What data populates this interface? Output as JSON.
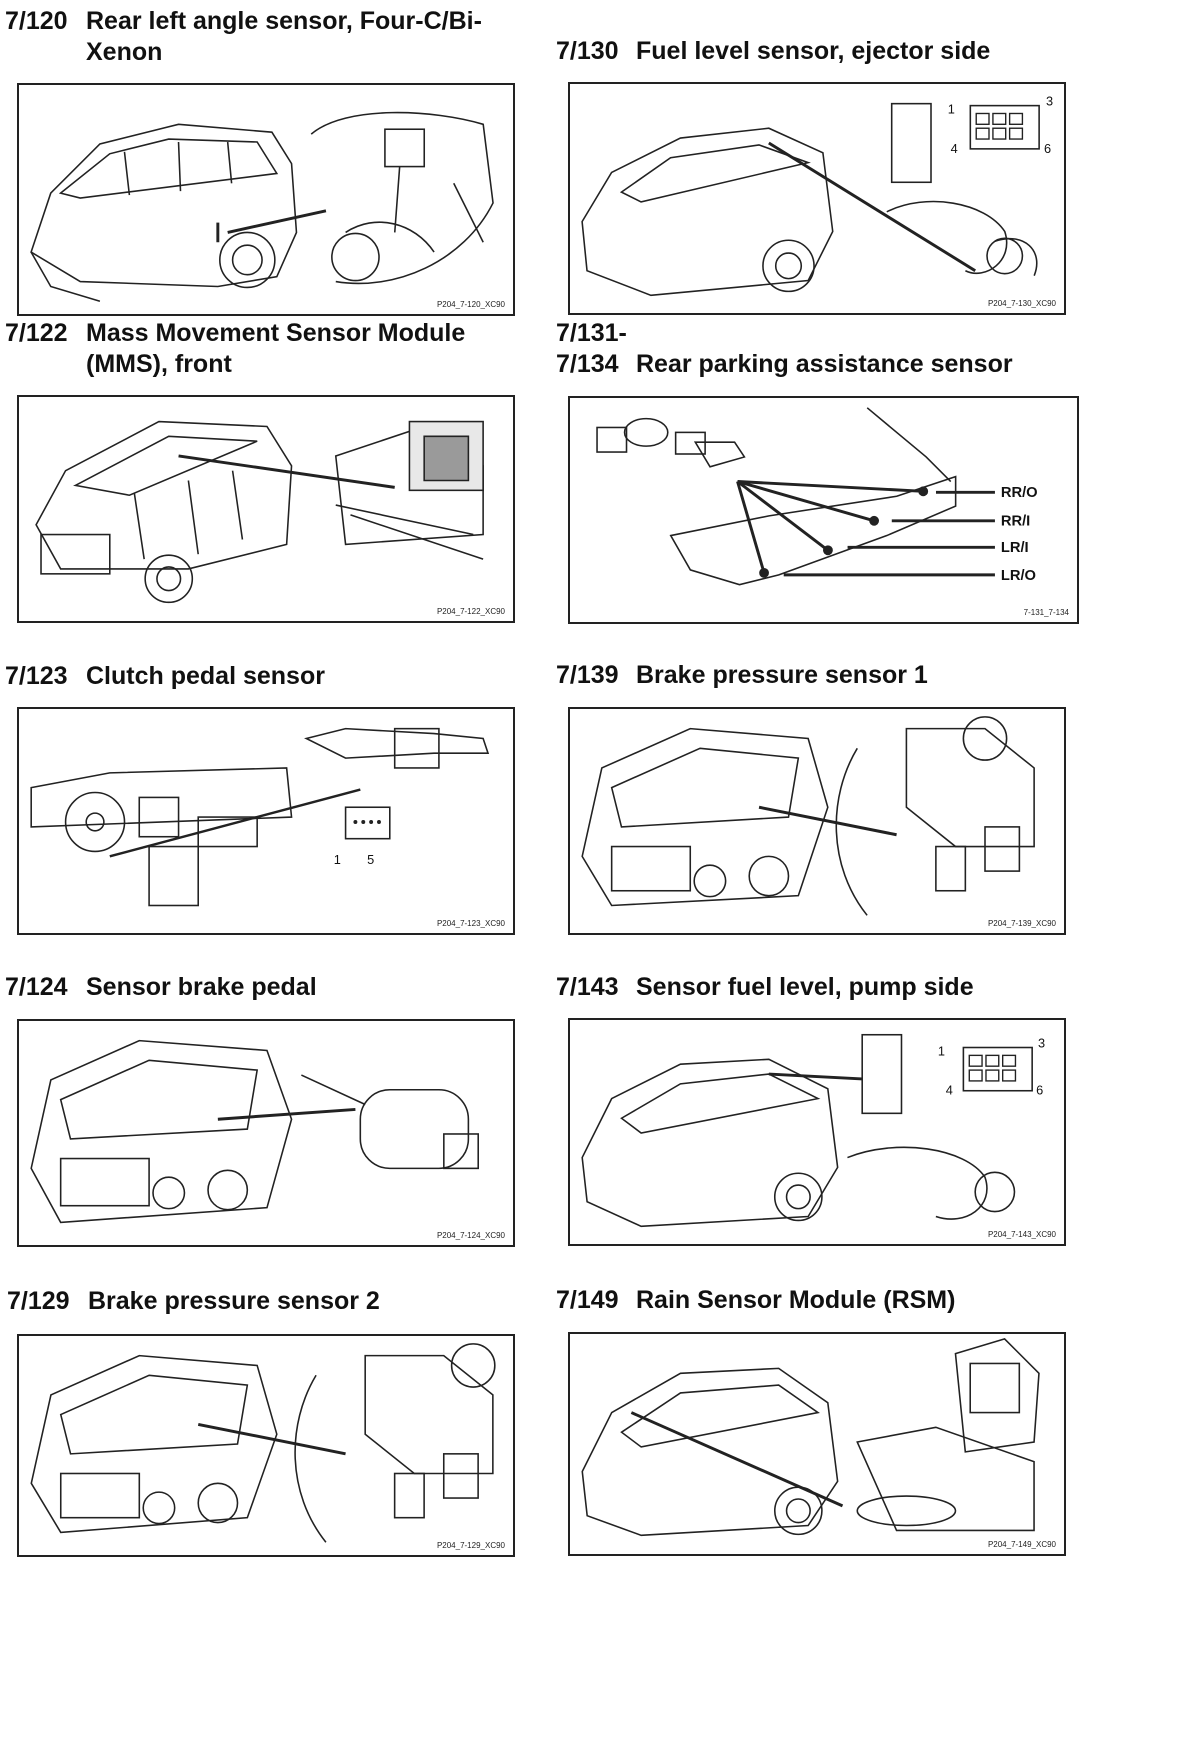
{
  "entries": [
    {
      "code": "7/120",
      "title": [
        "Rear left angle sensor, Four-C/Bi-",
        "Xenon"
      ],
      "ref": "P204_7-120_XC90"
    },
    {
      "code": "7/130",
      "title": [
        "Fuel level sensor, ejector side"
      ],
      "ref": "P204_7-130_XC90",
      "pins": [
        "1",
        "3",
        "4",
        "6"
      ]
    },
    {
      "code": "7/122",
      "title": [
        "Mass Movement Sensor Module",
        "(MMS), front"
      ],
      "ref": "P204_7-122_XC90"
    },
    {
      "code": "7/131-",
      "code2": "7/134",
      "title": [
        "Rear parking assistance sensor"
      ],
      "ref": "7-131_7-134",
      "callouts": [
        "RR/O",
        "RR/I",
        "LR/I",
        "LR/O"
      ]
    },
    {
      "code": "7/123",
      "title": [
        "Clutch pedal sensor"
      ],
      "ref": "P204_7-123_XC90",
      "pins": [
        "1",
        "5"
      ]
    },
    {
      "code": "7/139",
      "title": [
        "Brake pressure sensor 1"
      ],
      "ref": "P204_7-139_XC90"
    },
    {
      "code": "7/124",
      "title": [
        "Sensor brake pedal"
      ],
      "ref": "P204_7-124_XC90"
    },
    {
      "code": "7/143",
      "title": [
        "Sensor fuel level, pump side"
      ],
      "ref": "P204_7-143_XC90",
      "pins": [
        "1",
        "3",
        "4",
        "6"
      ]
    },
    {
      "code": "7/129",
      "title": [
        "Brake pressure sensor 2"
      ],
      "ref": "P204_7-129_XC90"
    },
    {
      "code": "7/149",
      "title": [
        "Rain Sensor Module (RSM)"
      ],
      "ref": "P204_7-149_XC90"
    }
  ]
}
